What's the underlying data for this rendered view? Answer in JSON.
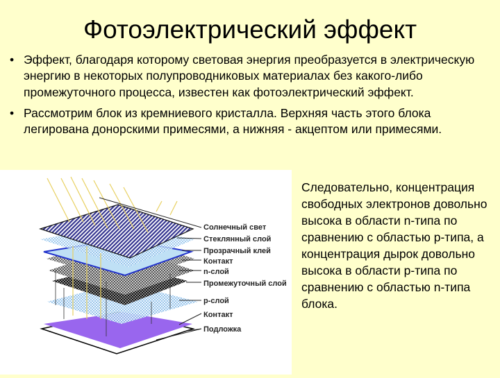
{
  "title": "Фотоэлектрический эффект",
  "bullets": [
    {
      "text": "Эффект, благодаря которому световая энергия преобразуется в электрическую энергию в некоторых полупроводниковых материалах без какого-либо промежуточного процесса, известен как фотоэлектрический эффект."
    },
    {
      "text": "Рассмотрим блок из кремниевого кристалла. Верхняя часть этого блока легирована донорскими примесями, а нижняя - акцептом или примесями."
    }
  ],
  "bullet_symbol": "•",
  "side_text": "Следовательно, концентрация свободных электронов довольно высока в области n-типа по сравнению с областью p-типа, а концентрация дырок довольно высока в области p-типа по сравнению с областью n-типа блока.",
  "diagram": {
    "labels": [
      "Солнечный свет",
      "Стеклянный слой",
      "Прозрачный клей",
      "Контакт",
      "n-слой",
      "Промежуточный слой",
      "p-слой",
      "Контакт",
      "Подложка"
    ]
  },
  "colors": {
    "background": "#ffffcc",
    "top_layer": "#3a3a9a",
    "contact_bottom": "#9966ee",
    "glass": "#8fc8ee"
  }
}
